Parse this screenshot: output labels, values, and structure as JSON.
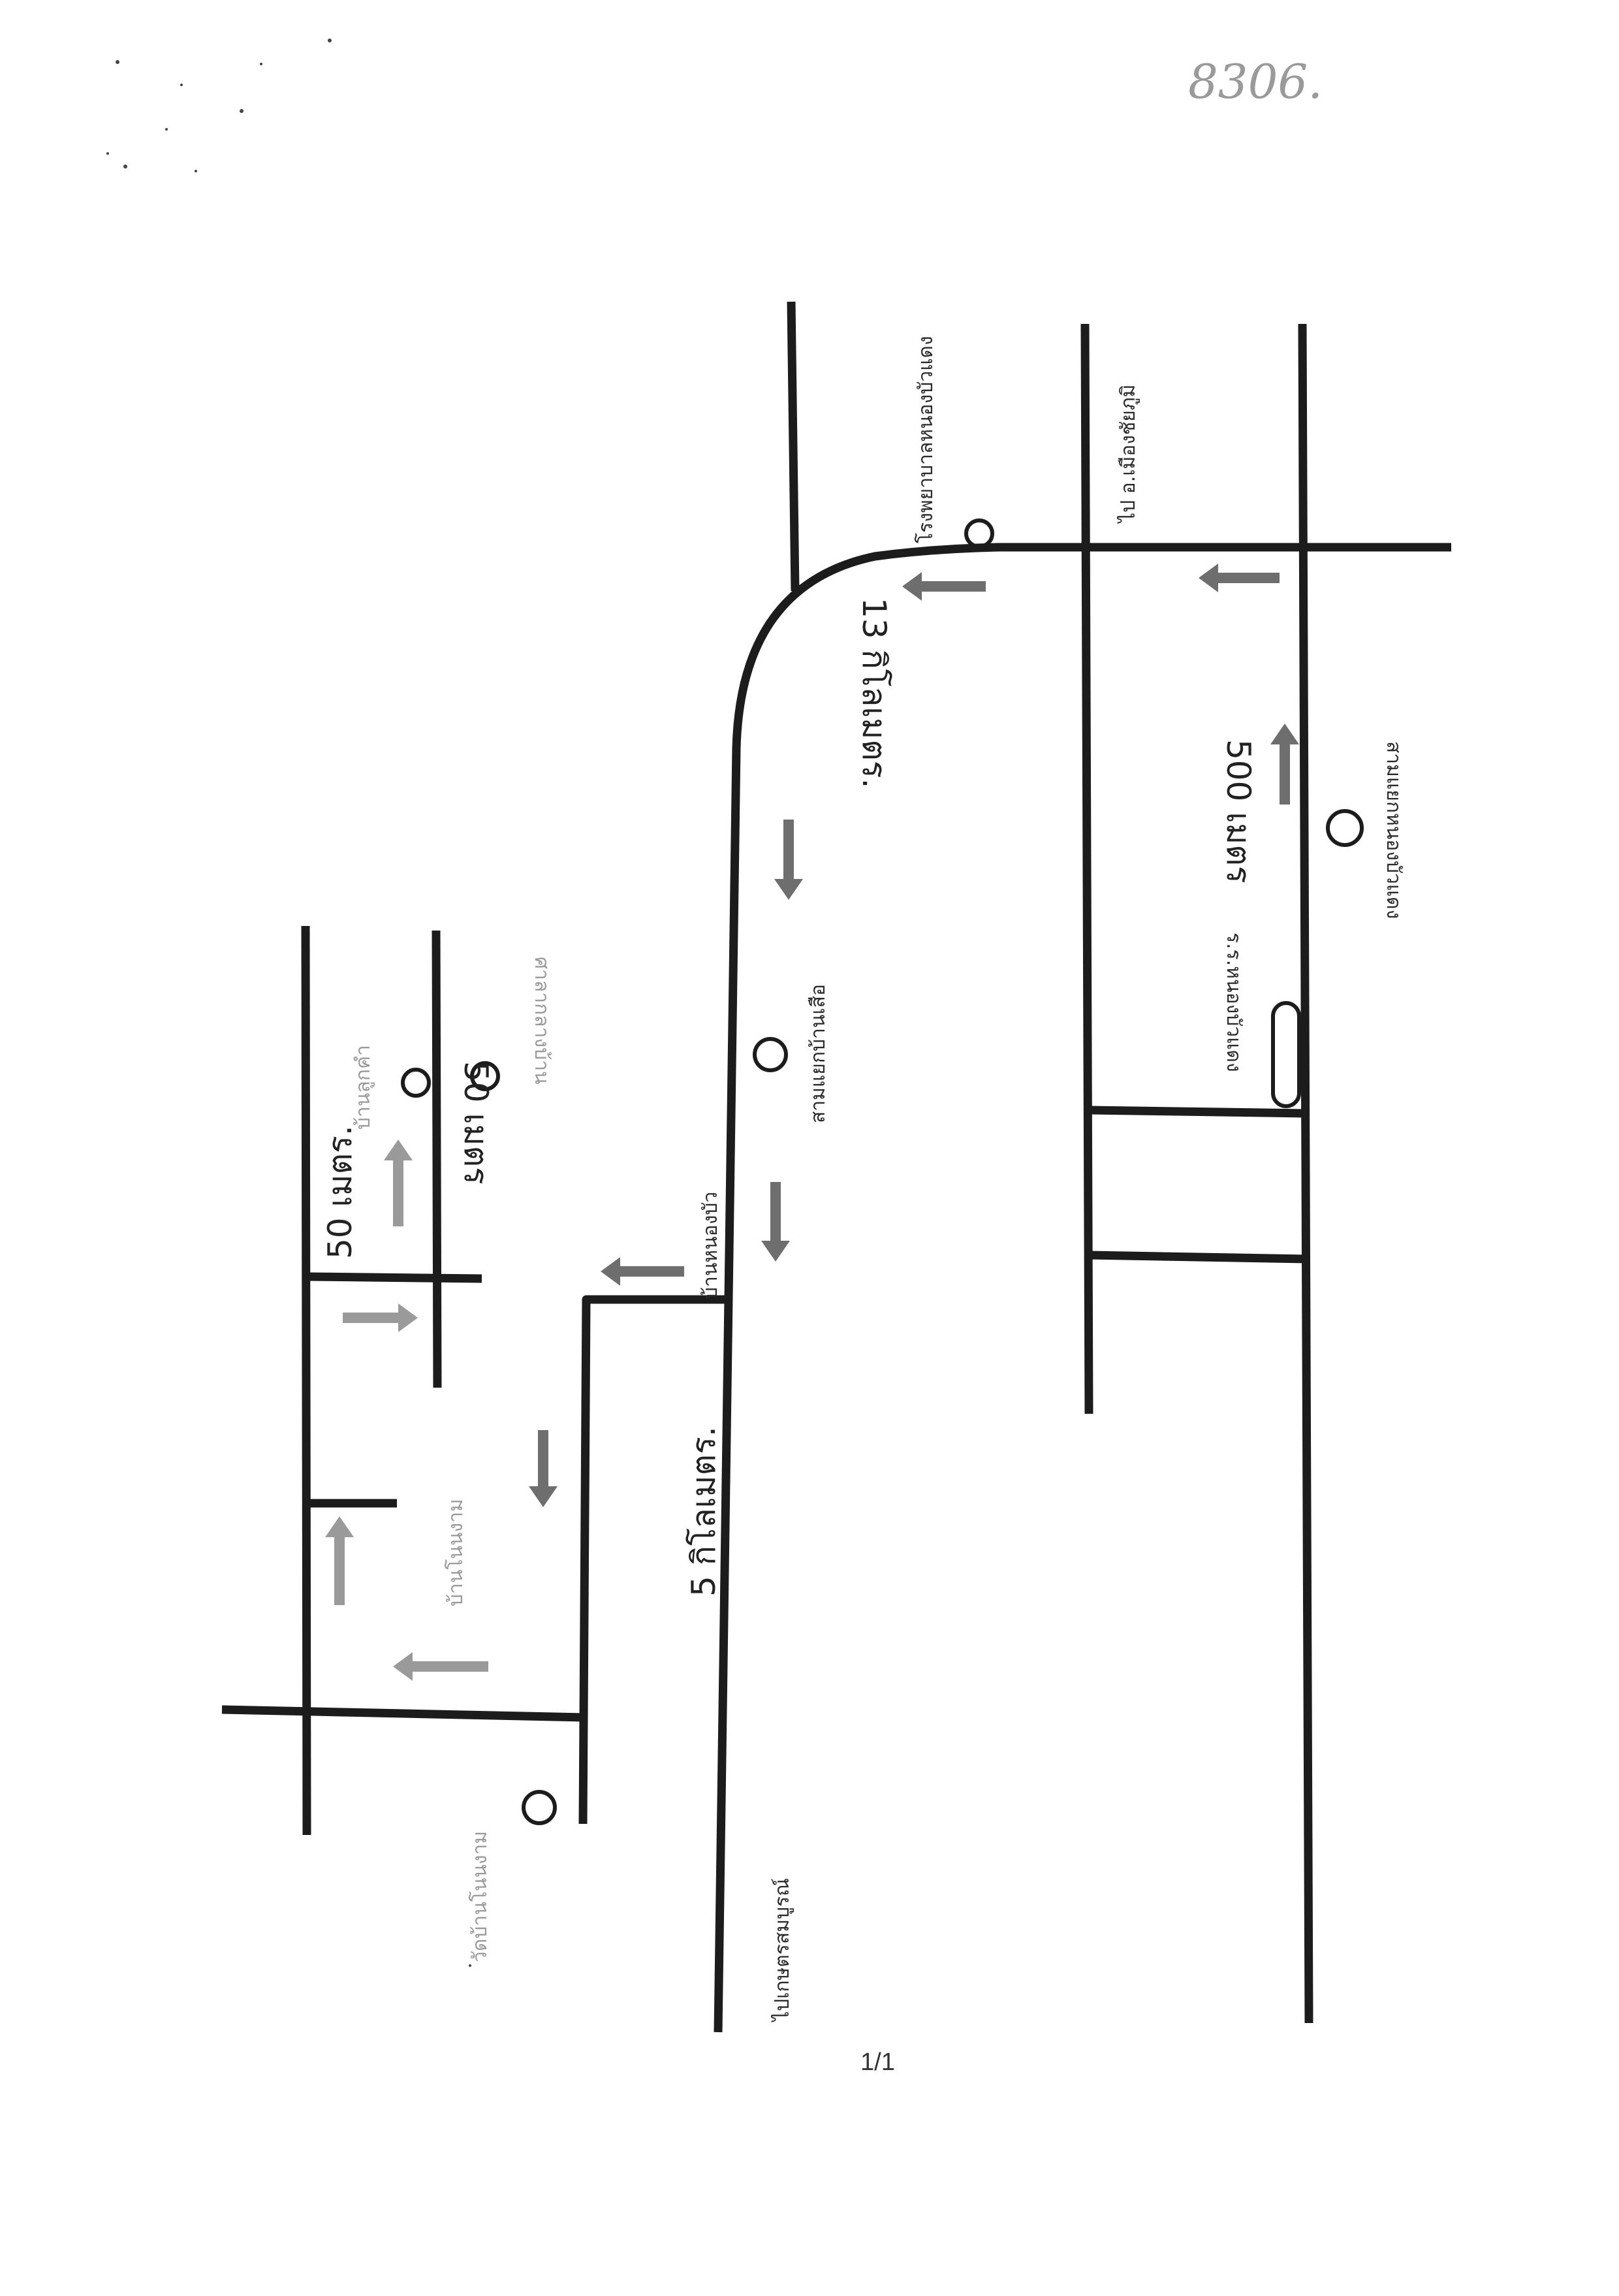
{
  "doc_number": "8306.",
  "page_number": "1/1",
  "labels": {
    "hospital": "โรงพยาบาลหนองบัวแดง",
    "to_chaiyaphum": "ไป อ.เมืองชัยภูมิ",
    "district_school": "สามแยกหนองบัวแดง",
    "school": "ร.ร.หนองบัวแดง",
    "ban_suea": "สามแยกบ้านเสือ",
    "ban_nong_bua": "บ้านหนองบัว",
    "ban_luk_kham": "บ้านลูกคำ",
    "sala_klang_ban": "ศาลากลางบ้าน",
    "ban_non_ngam": "บ้านโนนงาม",
    "wat": "วัดบ้านโนนงาม",
    "to_kaset": "ไปเกษตรสมบูรณ์"
  },
  "distances": {
    "d13km": "13 กิโลเมตร.",
    "d500m": "500 เมตร",
    "d5km": "5 กิโลเมตร.",
    "d50m_a": "50 เมตร.",
    "d50m_b": "50 เมตร"
  }
}
